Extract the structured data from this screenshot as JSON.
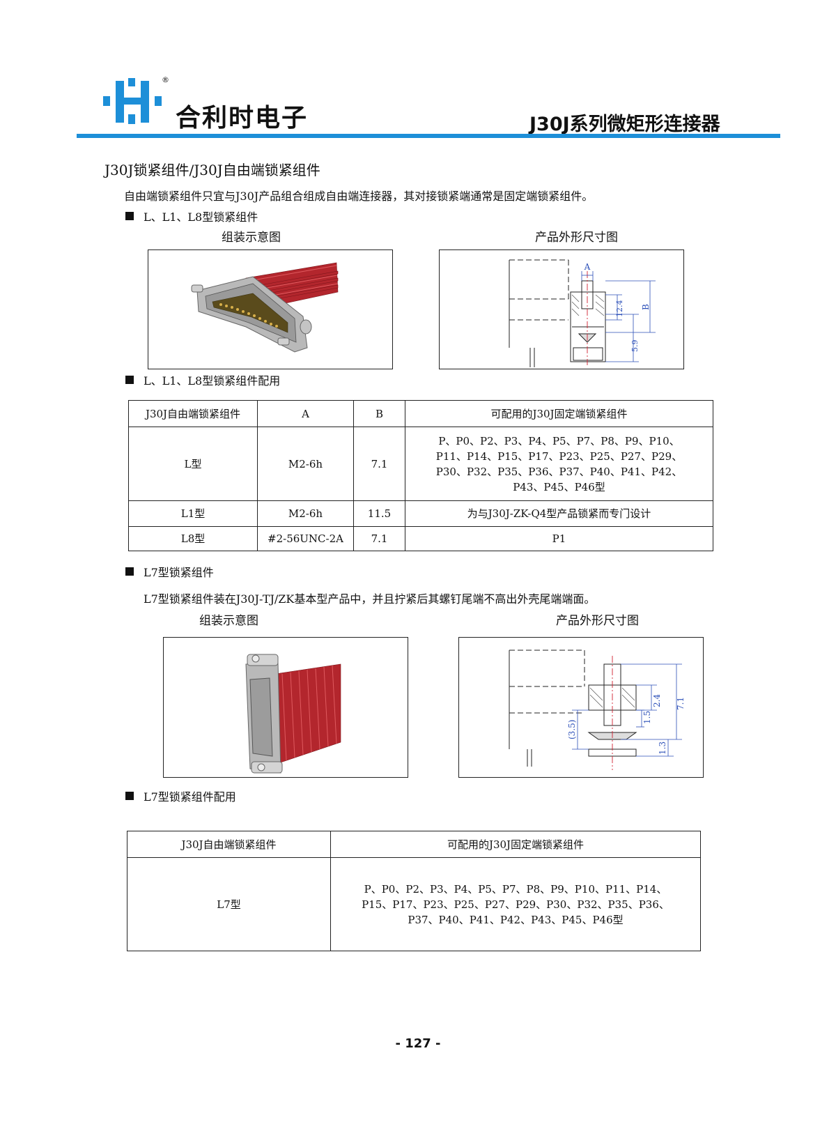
{
  "header": {
    "logo_registered": "®",
    "company_name": "合利时电子",
    "series_title": "J30J系列微矩形连接器",
    "accent_color": "#1d8fd8"
  },
  "section": {
    "title": "J30J锁紧组件/J30J自由端锁紧组件",
    "intro": "自由端锁紧组件只宜与J30J产品组合组成自由端连接器，其对接锁紧端通常是固定端锁紧组件。"
  },
  "part1": {
    "heading": "L、L1、L8型锁紧组件",
    "caption_left": "组装示意图",
    "caption_right": "产品外形尺寸图",
    "dims": {
      "a": "A",
      "b": "B",
      "d1": "12.4",
      "d2": "5.9"
    }
  },
  "table1": {
    "heading": "L、L1、L8型锁紧组件配用",
    "headers": [
      "J30J自由端锁紧组件",
      "A",
      "B",
      "可配用的J30J固定端锁紧组件"
    ],
    "rows": [
      {
        "type": "L型",
        "a": "M2-6h",
        "b": "7.1",
        "compat": [
          "P、P0、P2、P3、P4、P5、P7、P8、P9、P10、",
          "P11、P14、P15、P17、P23、P25、P27、P29、",
          "P30、P32、P35、P36、P37、P40、P41、P42、",
          "P43、P45、P46型"
        ]
      },
      {
        "type": "L1型",
        "a": "M2-6h",
        "b": "11.5",
        "compat": [
          "为与J30J-ZK-Q4型产品锁紧而专门设计"
        ]
      },
      {
        "type": "L8型",
        "a": "#2-56UNC-2A",
        "b": "7.1",
        "compat": [
          "P1"
        ]
      }
    ]
  },
  "part2": {
    "heading": "L7型锁紧组件",
    "description": "L7型锁紧组件装在J30J-TJ/ZK基本型产品中，并且拧紧后其螺钉尾端不高出外壳尾端端面。",
    "caption_left": "组装示意图",
    "caption_right": "产品外形尺寸图",
    "dims": {
      "d1": "2.4",
      "d2": "7.1",
      "d3": "1.5",
      "d4": "(3.5)",
      "d5": "1.3"
    }
  },
  "table2": {
    "heading": "L7型锁紧组件配用",
    "headers": [
      "J30J自由端锁紧组件",
      "可配用的J30J固定端锁紧组件"
    ],
    "rows": [
      {
        "type": "L7型",
        "compat": [
          "P、P0、P2、P3、P4、P5、P7、P8、P9、P10、P11、P14、",
          "P15、P17、P23、P25、P27、P29、P30、P32、P35、P36、",
          "P37、P40、P41、P42、P43、P45、P46型"
        ]
      }
    ]
  },
  "footer": {
    "page_number": "- 127 -"
  }
}
